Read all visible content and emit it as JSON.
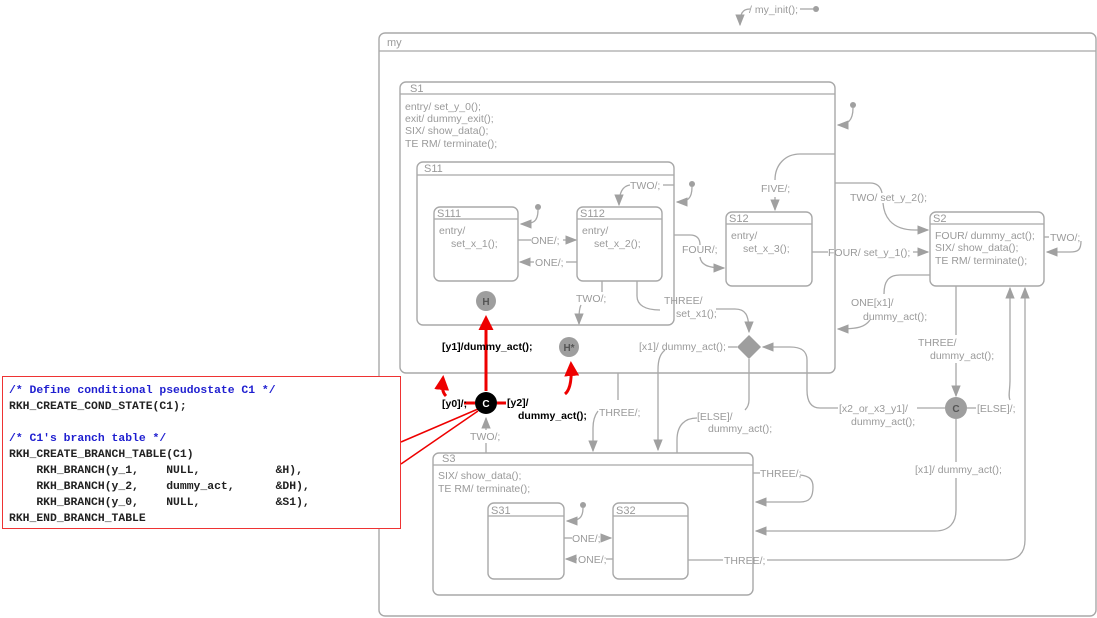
{
  "colors": {
    "line": "#a8a8a8",
    "label": "#9a9a9a",
    "highlight": "#ee0000",
    "comment": "#1f1fd0",
    "pseudostate": "#9e9e9e"
  },
  "initial": {
    "label": "/ my_init();"
  },
  "states": {
    "my": {
      "name": "my"
    },
    "S1": {
      "name": "S1",
      "actions": [
        "entry/ set_y_0();",
        "exit/ dummy_exit();",
        "SIX/ show_data();",
        "TE RM/ terminate();"
      ]
    },
    "S11": {
      "name": "S11"
    },
    "S111": {
      "name": "S111",
      "actions": [
        "entry/",
        "set_x_1();"
      ]
    },
    "S112": {
      "name": "S112",
      "actions": [
        "entry/",
        "set_x_2();"
      ]
    },
    "S12": {
      "name": "S12",
      "actions": [
        "entry/",
        "set_x_3();"
      ]
    },
    "S2": {
      "name": "S2",
      "actions": [
        "FOUR/ dummy_act();",
        "SIX/ show_data();",
        "TE RM/ terminate();"
      ]
    },
    "S3": {
      "name": "S3",
      "actions": [
        "SIX/ show_data();",
        "TE RM/ terminate();"
      ]
    },
    "S31": {
      "name": "S31"
    },
    "S32": {
      "name": "S32"
    }
  },
  "pseudostates": {
    "H": "H",
    "DH": "H*",
    "C1": "C",
    "C2": "C"
  },
  "transitions": {
    "s11_two": "TWO/;",
    "s111_s112_one": "ONE/;",
    "s112_s111_one": "ONE/;",
    "s112_two": "TWO/;",
    "s112_three_1": "THREE/",
    "s112_three_2": "set_x1();",
    "five": "FIVE/;",
    "four_s12": "FOUR/;",
    "two_set_y2": "TWO/ set_y_2();",
    "four_set_y1": "FOUR/ set_y_1();",
    "s2_two": "TWO/;",
    "one_x1_1": "ONE[x1]/",
    "one_x1_2": "dummy_act();",
    "three_dummy_1": "THREE/",
    "three_dummy_2": "dummy_act();",
    "x1_dummy": "[x1]/ dummy_act();",
    "x2_or_x3_1": "[x2_or_x3_y1]/",
    "x2_or_x3_2": "dummy_act();",
    "else_c2": "[ELSE]/;",
    "else_junc_1": "[ELSE]/",
    "else_junc_2": "dummy_act();",
    "three_s3": "THREE/;",
    "three_s3_self": "THREE/;",
    "x1_dummy_c2": "[x1]/ dummy_act();",
    "s31_s32_one": "ONE/;",
    "s32_s31_one": "ONE/;",
    "s32_three": "THREE/;",
    "two_c1": "TWO/;",
    "y1": "[y1]/dummy_act();",
    "y0": "[y0]/;",
    "y2_1": "[y2]/",
    "y2_2": "dummy_act();"
  },
  "code": {
    "comment1": "/* Define conditional pseudostate C1 */",
    "line1": "RKH_CREATE_COND_STATE(C1);",
    "comment2": "/* C1's branch table */",
    "line2": "RKH_CREATE_BRANCH_TABLE(C1)",
    "line3": "    RKH_BRANCH(y_1,    NULL,           &H),",
    "line4": "    RKH_BRANCH(y_2,    dummy_act,      &DH),",
    "line5": "    RKH_BRANCH(y_0,    NULL,           &S1),",
    "line6": "RKH_END_BRANCH_TABLE"
  }
}
